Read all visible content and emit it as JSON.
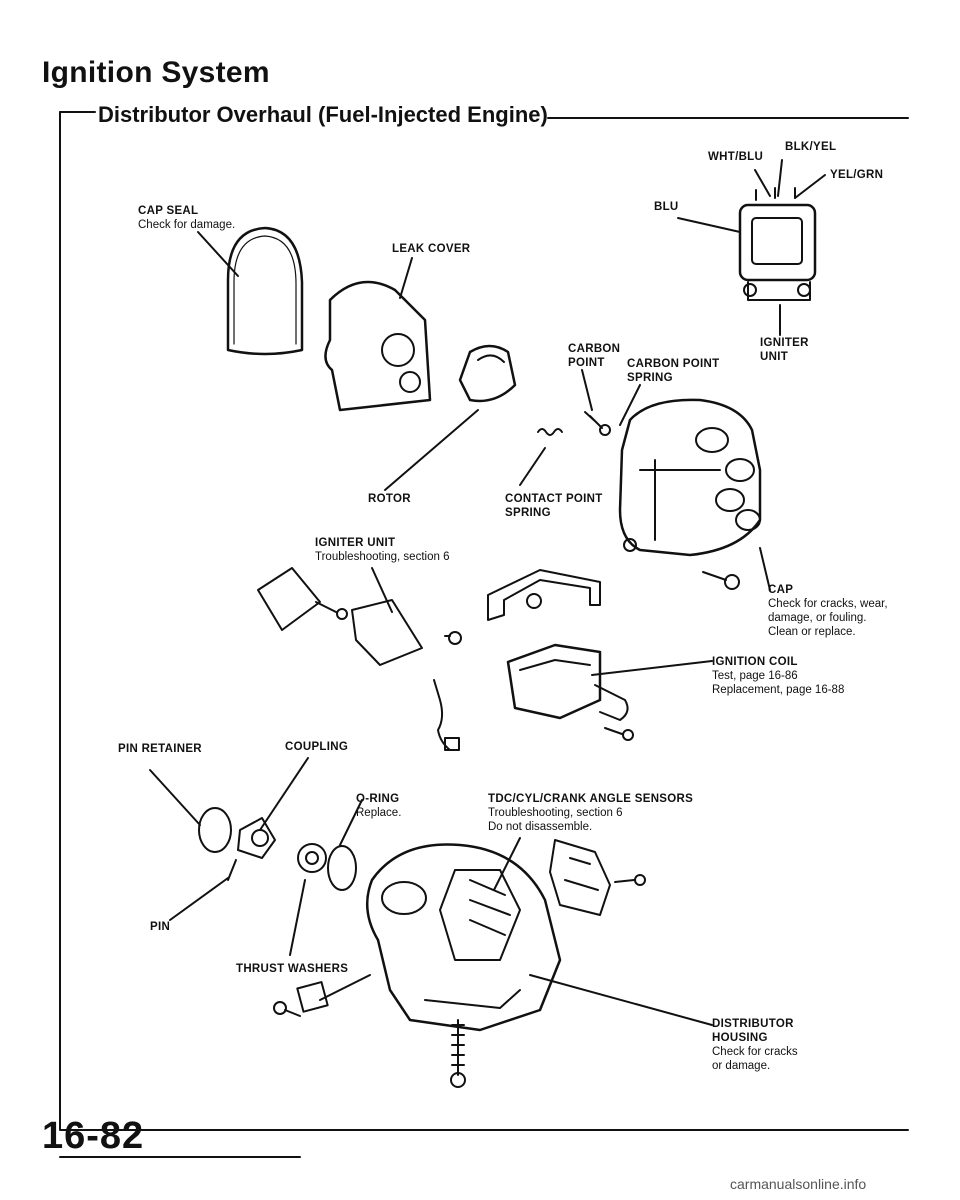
{
  "header": {
    "title": "Ignition System",
    "subtitle": "Distributor Overhaul (Fuel-Injected Engine)"
  },
  "labels": {
    "wht_blu": "WHT/BLU",
    "blk_yel": "BLK/YEL",
    "yel_grn": "YEL/GRN",
    "blu": "BLU",
    "cap_seal": "CAP SEAL",
    "cap_seal_note": "Check for damage.",
    "leak_cover": "LEAK COVER",
    "igniter_unit_top": "IGNITER\nUNIT",
    "carbon_point": "CARBON\nPOINT",
    "carbon_point_spring": "CARBON POINT\nSPRING",
    "rotor": "ROTOR",
    "contact_point_spring": "CONTACT POINT\nSPRING",
    "igniter_unit": "IGNITER UNIT",
    "igniter_unit_note": "Troubleshooting, section 6",
    "cap": "CAP",
    "cap_note": "Check for cracks, wear,\ndamage, or fouling.\nClean or replace.",
    "ignition_coil": "IGNITION COIL",
    "ignition_coil_note": "Test, page 16-86\nReplacement, page 16-88",
    "pin_retainer": "PIN RETAINER",
    "coupling": "COUPLING",
    "o_ring": "O-RING",
    "o_ring_note": "Replace.",
    "tdc_sensors": "TDC/CYL/CRANK ANGLE SENSORS",
    "tdc_sensors_note": "Troubleshooting, section 6\nDo not disassemble.",
    "pin": "PIN",
    "thrust_washers": "THRUST WASHERS",
    "distributor_housing": "DISTRIBUTOR\nHOUSING",
    "distributor_housing_note": "Check for cracks\nor damage."
  },
  "page_number": "16-82",
  "footer": "carmanualsonline.info",
  "colors": {
    "ink": "#111111",
    "paper": "#ffffff"
  }
}
